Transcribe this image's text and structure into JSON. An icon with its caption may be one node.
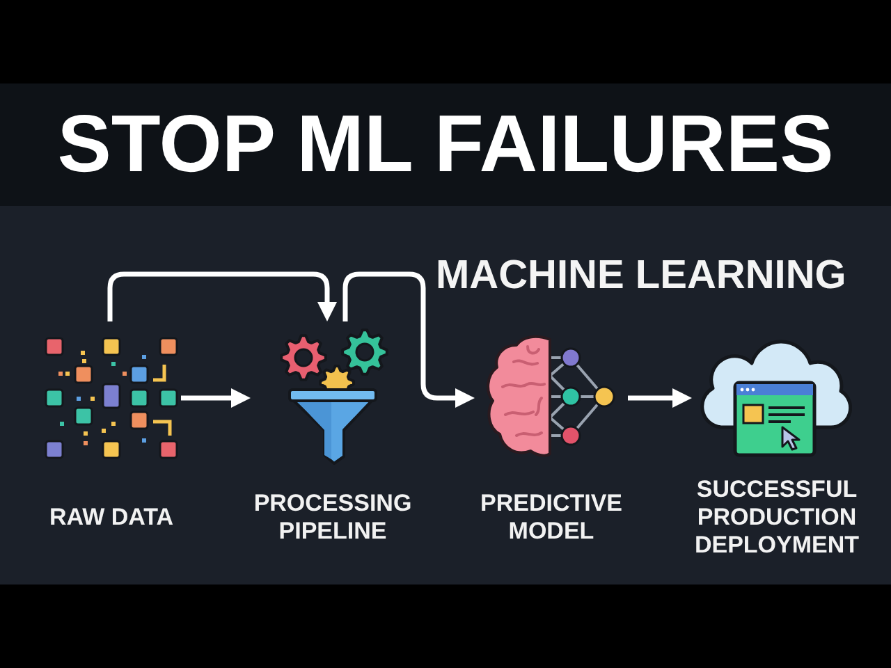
{
  "diagram": {
    "title": "STOP ML FAILURES",
    "nodes": [
      {
        "text": [
          "RAW DATA"
        ]
      },
      {
        "text": [
          "PROCESSING PIPELINE"
        ]
      },
      {
        "text": [
          "PREDICTIVE MODEL"
        ]
      },
      {
        "text": [
          "SUCCESSFUL PRODUCTION DEPLOYMENT"
        ]
      }
    ],
    "edges": [
      {
        "from": 0,
        "to": 1,
        "arrow": "to"
      },
      {
        "from": 0,
        "to": 1,
        "arrow": "to"
      },
      {
        "from": 1,
        "to": 2,
        "arrow": "to"
      },
      {
        "from": 2,
        "to": 3,
        "arrow": "to"
      }
    ],
    "labels": [
      "MACHINE LEARNING"
    ]
  }
}
